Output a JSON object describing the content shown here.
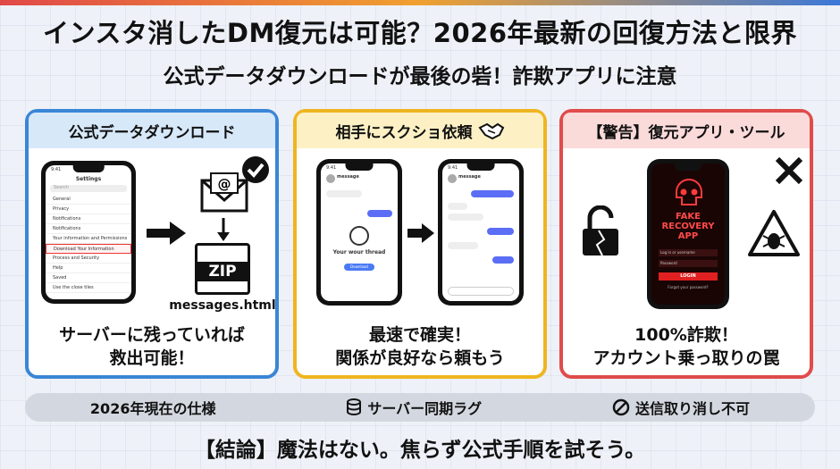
{
  "title": "インスタ消したDM復元は可能？2026年最新の回復方法と限界",
  "subtitle": "公式データダウンロードが最後の砦！詐欺アプリに注意",
  "cards": [
    {
      "heading": "公式データダウンロード",
      "phone": {
        "time": "9:41",
        "header": "Settings",
        "search_placeholder": "Search",
        "rows": [
          "General",
          "Privacy",
          "Notifications",
          "Notifications",
          "Your information and Permissions",
          "Download Your Information",
          "Process and Security",
          "Help",
          "Saved",
          "Use the close tiles"
        ]
      },
      "zip_label": "ZIP",
      "file_name": "messages.html",
      "caption_lines": [
        "サーバーに残っていれば",
        "救出可能！"
      ]
    },
    {
      "heading": "相手にスクショ依頼",
      "phone_a": {
        "time": "9:41",
        "username": "messagе",
        "empty_title": "Your wour thread",
        "button": "Download"
      },
      "phone_b": {
        "time": "9:41",
        "username": "messagе"
      },
      "caption_lines": [
        "最速で確実！",
        "関係が良好なら頼もう"
      ]
    },
    {
      "heading": "【警告】復元アプリ・ツール",
      "app": {
        "line1": "FAKE",
        "line2": "RECOVERY",
        "line3": "APP",
        "field1": "Log in or username",
        "field2": "Password",
        "button": "LOGIN",
        "link": "Forgot your password?"
      },
      "caption_lines": [
        "100%詐欺！",
        "アカウント乗っ取りの罠"
      ]
    }
  ],
  "bottom_bar": [
    "2026年現在の仕様",
    "サーバー同期ラグ",
    "送信取り消し不可"
  ],
  "conclusion": "【結論】魔法はない。焦らず公式手順を試そう。",
  "colors": {
    "blue": "#3a86d6",
    "yellow": "#efb521",
    "red": "#e04b4b"
  }
}
